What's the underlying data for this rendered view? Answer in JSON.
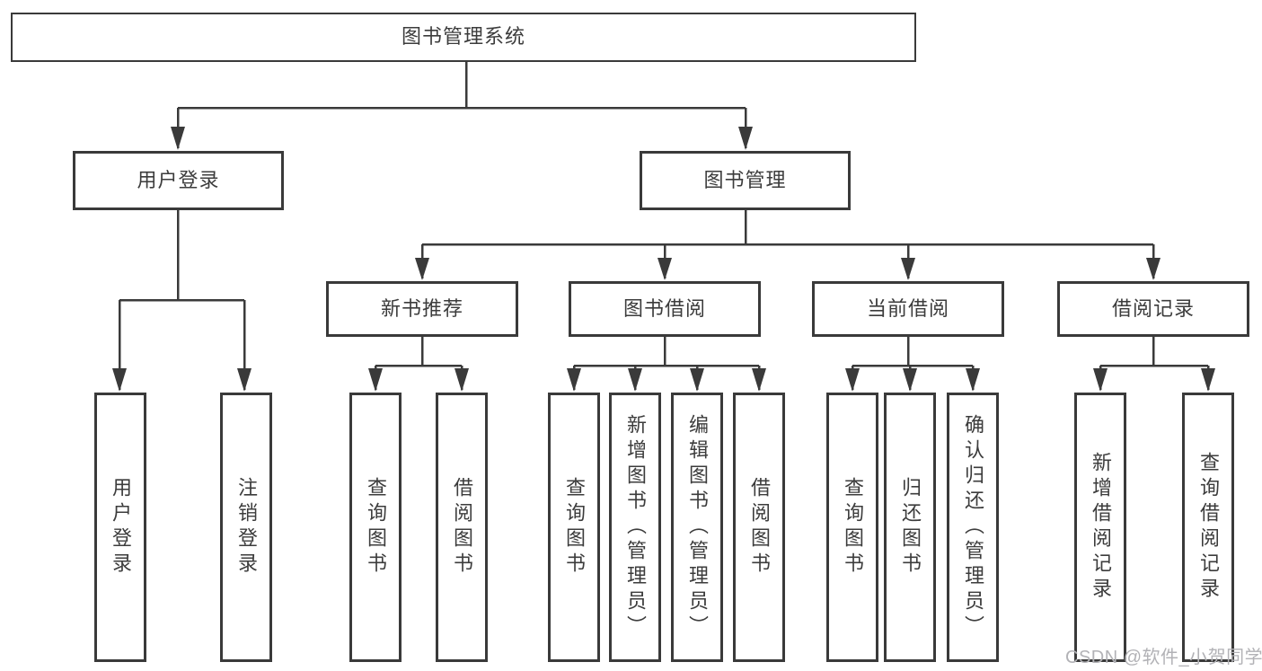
{
  "diagram_title": "图书管理系统",
  "nodes": {
    "root": {
      "label": "图书管理系统"
    },
    "user_login": {
      "label": "用户登录"
    },
    "book_management": {
      "label": "图书管理"
    },
    "new_book_recommend": {
      "label": "新书推荐"
    },
    "book_borrow": {
      "label": "图书借阅"
    },
    "current_borrow": {
      "label": "当前借阅"
    },
    "borrow_records": {
      "label": "借阅记录"
    },
    "leaf_user_login": {
      "label": "用户登录"
    },
    "leaf_logout": {
      "label": "注销登录"
    },
    "leaf_query_book_1": {
      "label": "查询图书"
    },
    "leaf_borrow_book_1": {
      "label": "借阅图书"
    },
    "leaf_query_book_2": {
      "label": "查询图书"
    },
    "leaf_add_book": {
      "label": "新增图书（管理员）"
    },
    "leaf_edit_book": {
      "label": "编辑图书（管理员）"
    },
    "leaf_borrow_book_2": {
      "label": "借阅图书"
    },
    "leaf_query_book_3": {
      "label": "查询图书"
    },
    "leaf_return_book": {
      "label": "归还图书"
    },
    "leaf_confirm_return": {
      "label": "确认归还（管理员）"
    },
    "leaf_add_record": {
      "label": "新增借阅记录"
    },
    "leaf_query_record": {
      "label": "查询借阅记录"
    }
  },
  "hierarchy": {
    "图书管理系统": [
      "用户登录",
      "图书管理"
    ],
    "用户登录": [
      "用户登录",
      "注销登录"
    ],
    "图书管理": [
      "新书推荐",
      "图书借阅",
      "当前借阅",
      "借阅记录"
    ],
    "新书推荐": [
      "查询图书",
      "借阅图书"
    ],
    "图书借阅": [
      "查询图书",
      "新增图书（管理员）",
      "编辑图书（管理员）",
      "借阅图书"
    ],
    "当前借阅": [
      "查询图书",
      "归还图书",
      "确认归还（管理员）"
    ],
    "借阅记录": [
      "新增借阅记录",
      "查询借阅记录"
    ]
  },
  "watermark": "CSDN @软件_小贺同学",
  "colors": {
    "line": "#3a3a3a",
    "text": "#3c3c3c",
    "background": "#ffffff",
    "watermark": "#b2b2b6"
  }
}
